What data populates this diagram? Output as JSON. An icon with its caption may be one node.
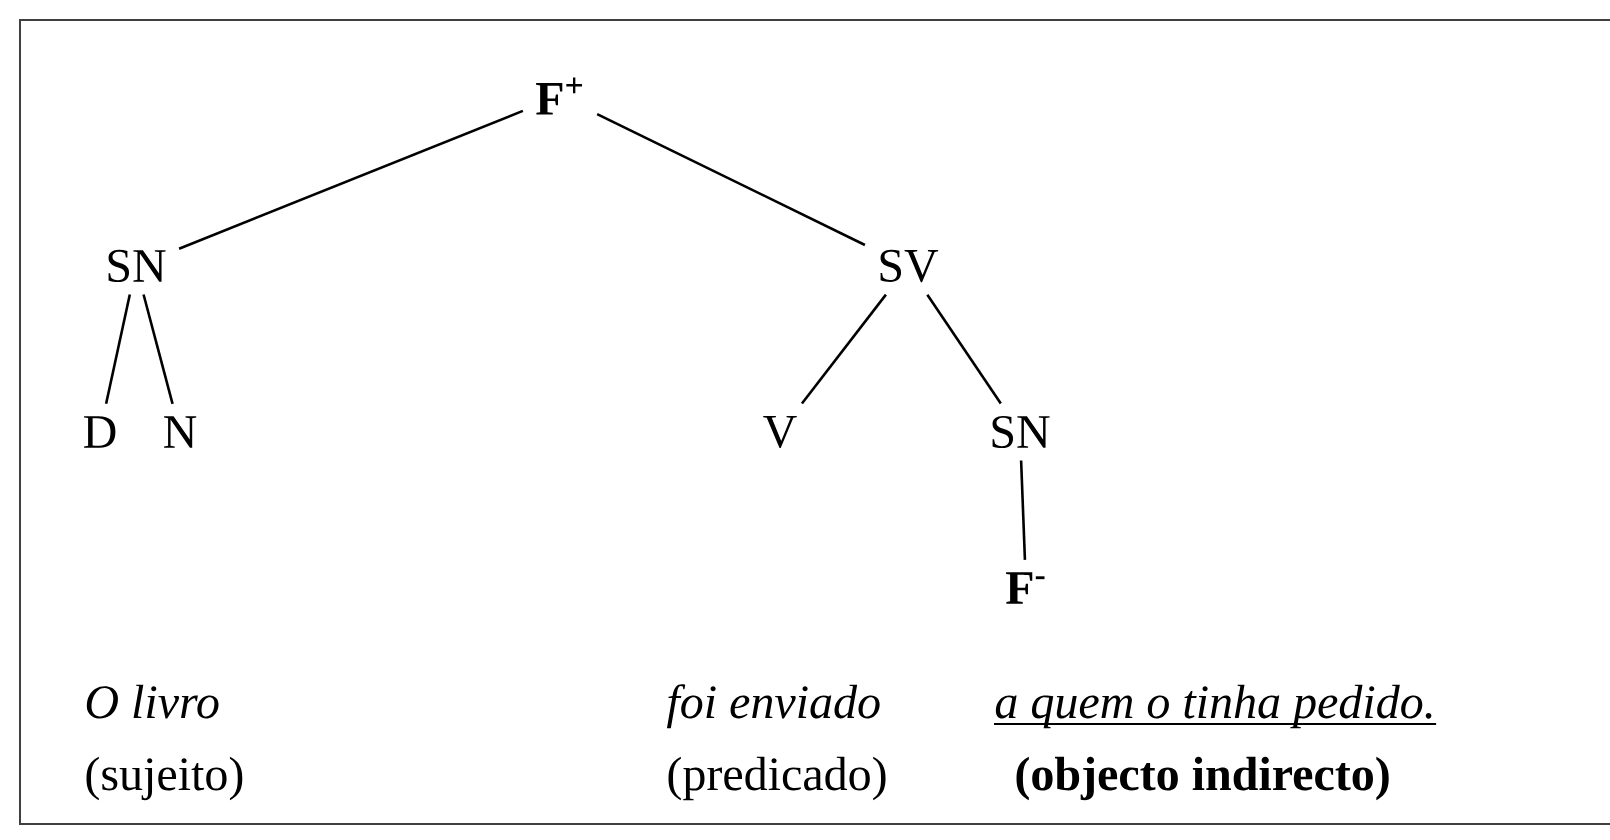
{
  "diagram": {
    "nodes": [
      {
        "text": [
          "F$^{+}$"
        ]
      },
      {
        "text": [
          "SN"
        ]
      },
      {
        "text": [
          "SV"
        ]
      },
      {
        "text": [
          "D"
        ]
      },
      {
        "text": [
          "N"
        ]
      },
      {
        "text": [
          "V"
        ]
      },
      {
        "text": [
          "SN"
        ]
      },
      {
        "text": [
          "F$^{-}$"
        ]
      }
    ],
    "edges": [
      {
        "from": 0,
        "to": 1,
        "arrow": "none"
      },
      {
        "from": 0,
        "to": 2,
        "arrow": "none"
      },
      {
        "from": 1,
        "to": 3,
        "arrow": "none"
      },
      {
        "from": 1,
        "to": 4,
        "arrow": "none"
      },
      {
        "from": 2,
        "to": 5,
        "arrow": "none"
      },
      {
        "from": 2,
        "to": 6,
        "arrow": "none"
      },
      {
        "from": 6,
        "to": 7,
        "arrow": "none"
      }
    ],
    "labels": [
      "O livro",
      "foi enviado",
      "a quem o tinha pedido.",
      "(sujeito)",
      "(predicado)",
      "(objecto indirecto)"
    ]
  }
}
